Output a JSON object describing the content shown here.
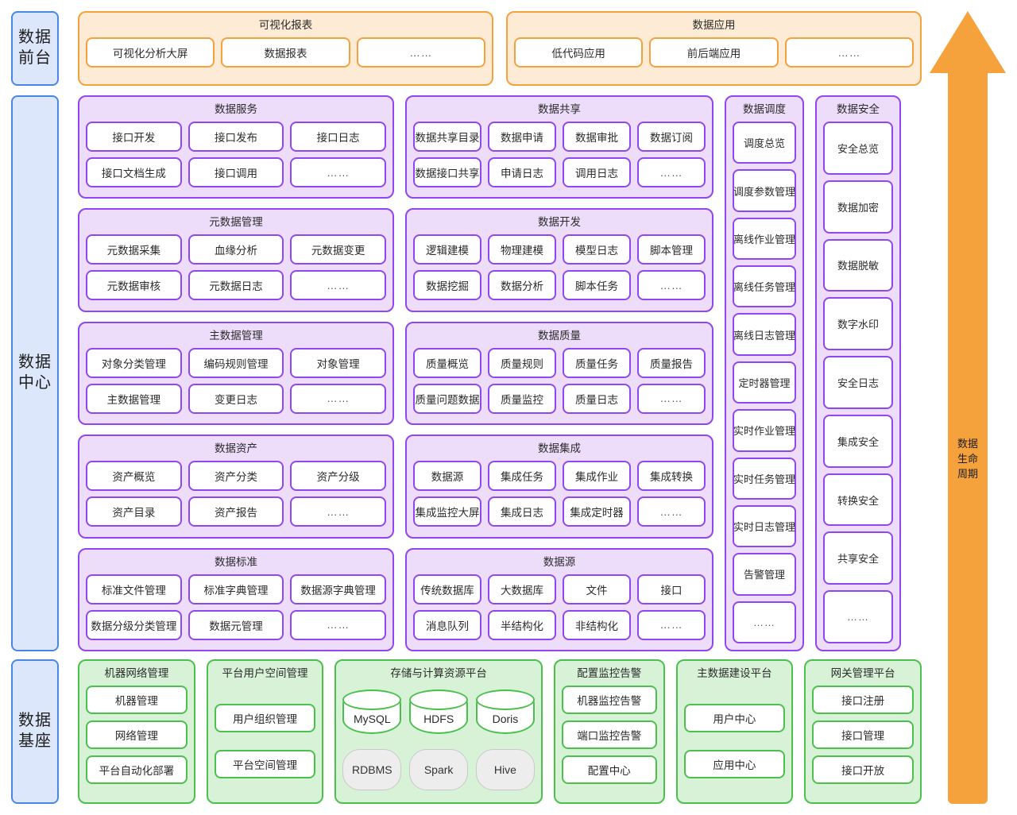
{
  "tiers": {
    "front": {
      "line1": "数据",
      "line2": "前台"
    },
    "center": {
      "line1": "数据",
      "line2": "中心"
    },
    "base": {
      "line1": "数据",
      "line2": "基座"
    }
  },
  "arrow": {
    "line1": "数据",
    "line2": "生命",
    "line3": "周期"
  },
  "colors": {
    "orange_border": "#F5A13C",
    "orange_fill": "#FDEBD5",
    "purple_border": "#9046F0",
    "purple_fill": "#EDDDFB",
    "green_border": "#4CC04C",
    "green_fill": "#D8F2D8",
    "blue_border": "#4A86E8",
    "blue_fill": "#DDE7FB",
    "arrow": "#F5A13C",
    "gray_pill": "#EDEDED"
  },
  "front_tier": [
    {
      "title": "可视化报表",
      "rows": [
        [
          "可视化分析大屏",
          "数据报表",
          "……"
        ]
      ]
    },
    {
      "title": "数据应用",
      "rows": [
        [
          "低代码应用",
          "前后端应用",
          "……"
        ]
      ]
    }
  ],
  "center_tier": {
    "left_column": [
      {
        "title": "数据服务",
        "rows": [
          [
            "接口开发",
            "接口发布",
            "接口日志"
          ],
          [
            "接口文档生成",
            "接口调用",
            "……"
          ]
        ]
      },
      {
        "title": "元数据管理",
        "rows": [
          [
            "元数据采集",
            "血缘分析",
            "元数据变更"
          ],
          [
            "元数据审核",
            "元数据日志",
            "……"
          ]
        ]
      },
      {
        "title": "主数据管理",
        "rows": [
          [
            "对象分类管理",
            "编码规则管理",
            "对象管理"
          ],
          [
            "主数据管理",
            "变更日志",
            "……"
          ]
        ]
      },
      {
        "title": "数据资产",
        "rows": [
          [
            "资产概览",
            "资产分类",
            "资产分级"
          ],
          [
            "资产目录",
            "资产报告",
            "……"
          ]
        ]
      },
      {
        "title": "数据标准",
        "rows": [
          [
            "标准文件管理",
            "标准字典管理",
            "数据源字典管理"
          ],
          [
            "数据分级分类管理",
            "数据元管理",
            "……"
          ]
        ]
      }
    ],
    "mid_column": [
      {
        "title": "数据共享",
        "rows": [
          [
            "数据共享目录",
            "数据申请",
            "数据审批",
            "数据订阅"
          ],
          [
            "数据接口共享",
            "申请日志",
            "调用日志",
            "……"
          ]
        ]
      },
      {
        "title": "数据开发",
        "rows": [
          [
            "逻辑建模",
            "物理建模",
            "模型日志",
            "脚本管理"
          ],
          [
            "数据挖掘",
            "数据分析",
            "脚本任务",
            "……"
          ]
        ]
      },
      {
        "title": "数据质量",
        "rows": [
          [
            "质量概览",
            "质量规则",
            "质量任务",
            "质量报告"
          ],
          [
            "质量问题数据",
            "质量监控",
            "质量日志",
            "……"
          ]
        ]
      },
      {
        "title": "数据集成",
        "rows": [
          [
            "数据源",
            "集成任务",
            "集成作业",
            "集成转换"
          ],
          [
            "集成监控大屏",
            "集成日志",
            "集成定时器",
            "……"
          ]
        ]
      },
      {
        "title": "数据源",
        "rows": [
          [
            "传统数据库",
            "大数据库",
            "文件",
            "接口"
          ],
          [
            "消息队列",
            "半结构化",
            "非结构化",
            "……"
          ]
        ]
      }
    ],
    "schedule_column": {
      "title": "数据调度",
      "items": [
        "调度总览",
        "调度参数管理",
        "离线作业管理",
        "离线任务管理",
        "离线日志管理",
        "定时器管理",
        "实时作业管理",
        "实时任务管理",
        "实时日志管理",
        "告警管理",
        "……"
      ]
    },
    "security_column": {
      "title": "数据安全",
      "items": [
        "安全总览",
        "数据加密",
        "数据脱敏",
        "数字水印",
        "安全日志",
        "集成安全",
        "转换安全",
        "共享安全",
        "……"
      ]
    }
  },
  "base_tier": {
    "network": {
      "title": "机器网络管理",
      "items": [
        "机器管理",
        "网络管理",
        "平台自动化部署"
      ]
    },
    "userspace": {
      "title": "平台用户空间管理",
      "items": [
        "用户组织管理",
        "平台空间管理"
      ]
    },
    "storage": {
      "title": "存储与计算资源平台",
      "cylinders": [
        "MySQL",
        "HDFS",
        "Doris"
      ],
      "engines": [
        "RDBMS",
        "Spark",
        "Hive"
      ]
    },
    "monitor": {
      "title": "配置监控告警",
      "items": [
        "机器监控告警",
        "端口监控告警",
        "配置中心"
      ]
    },
    "mdm": {
      "title": "主数据建设平台",
      "items": [
        "用户中心",
        "应用中心"
      ]
    },
    "gateway": {
      "title": "网关管理平台",
      "items": [
        "接口注册",
        "接口管理",
        "接口开放"
      ]
    }
  }
}
